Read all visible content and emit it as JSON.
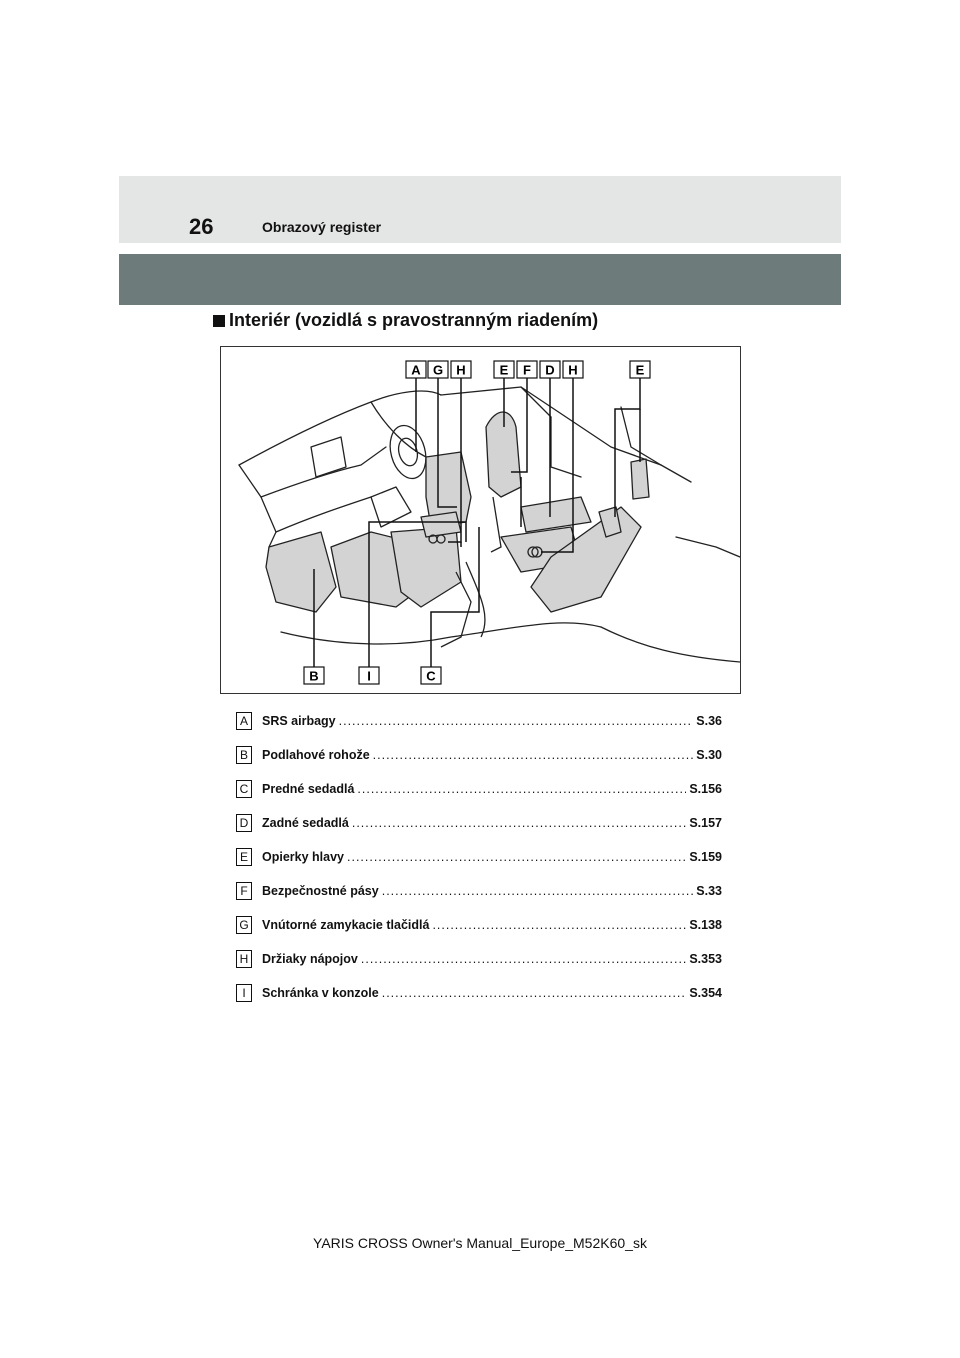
{
  "header": {
    "page_number": "26",
    "section": "Obrazový register"
  },
  "heading": "Interiér (vozidlá s pravostranným riadením)",
  "figure": {
    "top_labels": [
      "A",
      "G",
      "H",
      "E",
      "F",
      "D",
      "H",
      "E"
    ],
    "bottom_labels": [
      "B",
      "I",
      "C"
    ]
  },
  "items": [
    {
      "letter": "A",
      "label": "SRS airbagy",
      "page": "S.36"
    },
    {
      "letter": "B",
      "label": "Podlahové rohože",
      "page": "S.30"
    },
    {
      "letter": "C",
      "label": "Predné sedadlá",
      "page": "S.156"
    },
    {
      "letter": "D",
      "label": "Zadné sedadlá",
      "page": "S.157"
    },
    {
      "letter": "E",
      "label": "Opierky hlavy",
      "page": "S.159"
    },
    {
      "letter": "F",
      "label": "Bezpečnostné pásy",
      "page": "S.33"
    },
    {
      "letter": "G",
      "label": "Vnútorné zamykacie tlačidlá",
      "page": "S.138"
    },
    {
      "letter": "H",
      "label": "Držiaky nápojov",
      "page": "S.353"
    },
    {
      "letter": "I",
      "label": "Schránka v konzole",
      "page": "S.354"
    }
  ],
  "footer": "YARIS CROSS Owner's Manual_Europe_M52K60_sk",
  "colors": {
    "header_band": "#e4e6e5",
    "dark_band": "#6e7b7b",
    "highlight": "#d3d3d3"
  }
}
